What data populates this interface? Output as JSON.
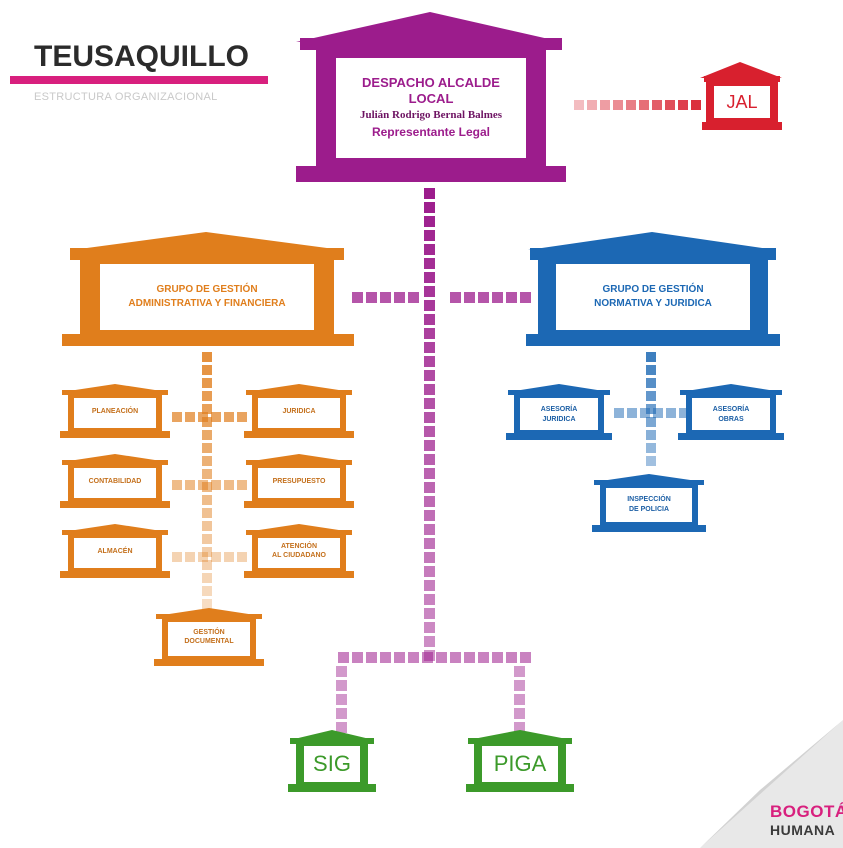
{
  "header": {
    "title": "TEUSAQUILLO",
    "subtitle": "ESTRUCTURA ORGANIZACIONAL"
  },
  "nodes": {
    "despacho": {
      "line1": "DESPACHO ALCALDE",
      "line2": "LOCAL",
      "name": "Julián Rodrigo Bernal Balmes",
      "role": "Representante Legal"
    },
    "jal": {
      "label": "JAL"
    },
    "admin": {
      "line1": "GRUPO DE GESTIÓN",
      "line2": "ADMINISTRATIVA Y FINANCIERA"
    },
    "normativa": {
      "line1": "GRUPO DE GESTIÓN",
      "line2": "NORMATIVA Y JURIDICA"
    },
    "planeacion": {
      "label": "PLANEACIÓN"
    },
    "juridica": {
      "label": "JURIDICA"
    },
    "contabilidad": {
      "label": "CONTABILIDAD"
    },
    "presupuesto": {
      "label": "PRESUPUESTO"
    },
    "almacen": {
      "label": "ALMACÉN"
    },
    "atencion": {
      "line1": "ATENCIÓN",
      "line2": "AL CIUDADANO"
    },
    "gestion_doc": {
      "line1": "GESTIÓN",
      "line2": "DOCUMENTAL"
    },
    "asesoria_juridica": {
      "line1": "ASESORÍA",
      "line2": "JURIDICA"
    },
    "asesoria_obras": {
      "line1": "ASESORÍA",
      "line2": "OBRAS"
    },
    "inspeccion": {
      "line1": "INSPECCIÓN",
      "line2": "DE POLICIA"
    },
    "sig": {
      "label": "SIG"
    },
    "piga": {
      "label": "PIGA"
    }
  },
  "logo": {
    "line1": "BOGOTÁ",
    "line2": "HUMANA"
  },
  "colors": {
    "purple": "#9c1c8c",
    "red": "#d8202e",
    "orange": "#e07e1c",
    "blue": "#1c68b4",
    "green": "#3c9a2a",
    "pink": "#d8207e"
  }
}
